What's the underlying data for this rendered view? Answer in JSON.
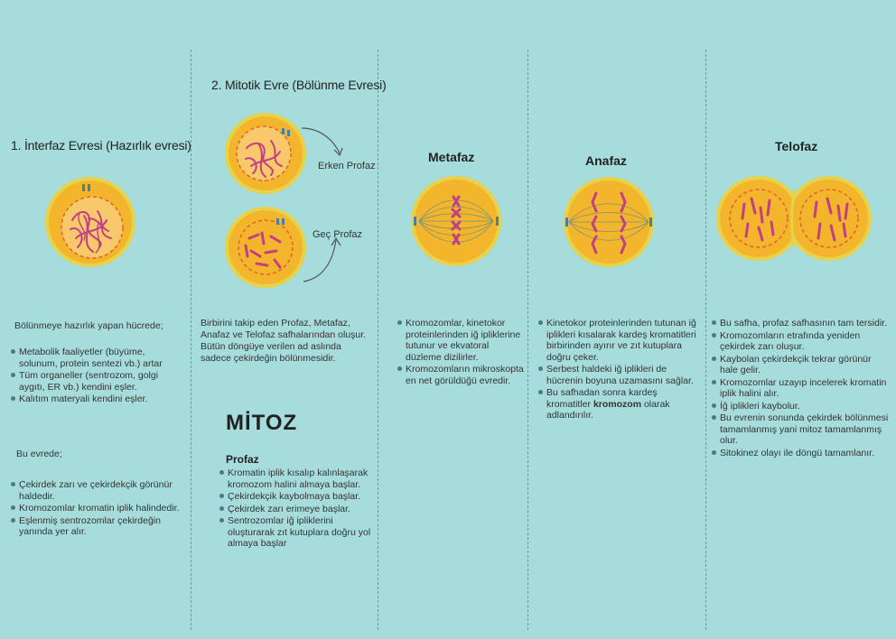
{
  "interfaz": {
    "title": "1. İnterfaz Evresi (Hazırlık evresi)",
    "intro": "Bölünmeye hazırlık yapan hücrede;",
    "items1": [
      "Metabolik faaliyetler (büyüme, solunum, protein sentezi vb.) artar",
      "Tüm organeller (sentrozom, golgi aygıtı, ER vb.) kendini eşler.",
      "Kalıtım materyali kendini eşler."
    ],
    "mid": "Bu evrede;",
    "items2": [
      "Çekirdek zarı ve çekirdekçik görünür haldedir.",
      "Kromozomlar kromatin iplik halindedir.",
      "Eşlenmiş sentrozomlar çekirdeğin yanında yer alır."
    ]
  },
  "mitotik": {
    "title": "2. Mitotik Evre (Bölünme Evresi)",
    "label_early": "Erken Profaz",
    "label_late": "Geç Profaz",
    "desc": "Birbirini takip eden Profaz, Metafaz, Anafaz ve Telofaz safhalarından oluşur. Bütün döngüye verilen ad aslında sadece çekirdeğin bölünmesidir.",
    "mitoz": "MİTOZ",
    "profaz_title": "Profaz",
    "profaz_items": [
      "Kromatin iplik kısalıp kalınlaşarak kromozom halini almaya başlar.",
      "Çekirdekçik kaybolmaya başlar.",
      "Çekirdek zarı erimeye başlar.",
      "Sentrozomlar iğ ipliklerini oluşturarak zıt kutuplara doğru yol almaya başlar"
    ]
  },
  "metafaz": {
    "title": "Metafaz",
    "items": [
      "Kromozomlar, kinetokor proteinlerinden iğ ipliklerine tutunur ve ekvatoral düzleme dizilirler.",
      "Kromozomların mikroskopta en net görüldüğü evredir."
    ]
  },
  "anafaz": {
    "title": "Anafaz",
    "items": [
      "Kinetokor proteinlerinden tutunan iğ iplikleri kısalarak kardeş kromatitleri birbirinden ayırır ve zıt kutuplara doğru çeker.",
      "Serbest haldeki iğ iplikleri de hücrenin boyuna uzamasını sağlar.",
      "Bu safhadan sonra kardeş kromatitler"
    ],
    "bold_word": "kromozom",
    "after_bold": " olarak adlandırılır."
  },
  "telofaz": {
    "title": "Telofaz",
    "items": [
      "Bu safha, profaz safhasının tam tersidir.",
      "Kromozomların etrafında yeniden çekirdek zarı oluşur.",
      "Kaybolan çekirdekçik tekrar görünür hale gelir.",
      "Kromozomlar uzayıp incelerek kromatin iplik halini alır.",
      "İğ iplikleri kaybolur.",
      "Bu evrenin sonunda çekirdek bölünmesi tamamlanmış yani mitoz tamamlanmış olur.",
      "Sitokinez olayı ile döngü tamamlanır."
    ]
  },
  "colors": {
    "bg": "#a6dcdc",
    "cytoplasm": "#f3b52b",
    "membrane": "#e7d24a",
    "nucleus": "#f8c96a",
    "chromosome": "#c23f86",
    "centrosome": "#4a7ea0"
  }
}
